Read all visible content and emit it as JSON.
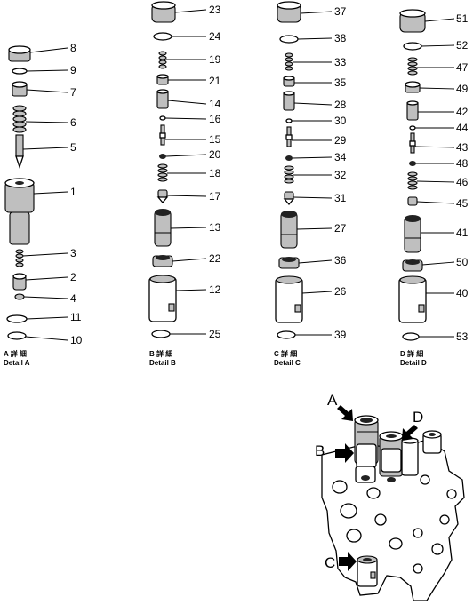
{
  "detail_a": {
    "caption_line1": "A 詳 細",
    "caption_line2": "Detail A",
    "parts": [
      "8",
      "9",
      "7",
      "6",
      "5",
      "1",
      "3",
      "2",
      "4",
      "11",
      "10"
    ]
  },
  "detail_b": {
    "caption_line1": "B 詳 細",
    "caption_line2": "Detail B",
    "parts": [
      "23",
      "24",
      "19",
      "21",
      "14",
      "16",
      "15",
      "20",
      "18",
      "17",
      "13",
      "22",
      "12",
      "25"
    ]
  },
  "detail_c": {
    "caption_line1": "C 詳 細",
    "caption_line2": "Detail C",
    "parts": [
      "37",
      "38",
      "33",
      "35",
      "28",
      "30",
      "29",
      "34",
      "32",
      "31",
      "27",
      "36",
      "26",
      "39"
    ]
  },
  "detail_d": {
    "caption_line1": "D 詳 細",
    "caption_line2": "Detail D",
    "parts": [
      "51",
      "52",
      "47",
      "49",
      "42",
      "44",
      "43",
      "48",
      "46",
      "45",
      "41",
      "50",
      "40",
      "53"
    ]
  },
  "assembly": {
    "labels": [
      "A",
      "B",
      "D",
      "C"
    ]
  }
}
